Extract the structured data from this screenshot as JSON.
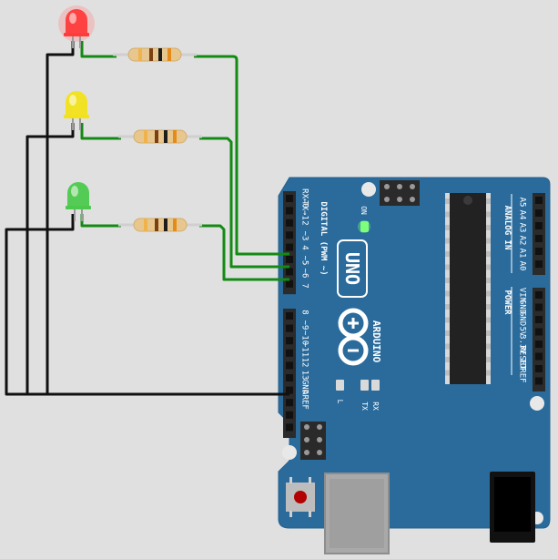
{
  "canvas": {
    "background": "#e0e0e0"
  },
  "leds": [
    {
      "name": "red-led",
      "color": "#ff3b3b",
      "glow": "#ff8a8a"
    },
    {
      "name": "yellow-led",
      "color": "#f2e21a",
      "glow": "#fff59a"
    },
    {
      "name": "green-led",
      "color": "#4cc94c",
      "glow": "#9ff29f"
    }
  ],
  "wire_colors": {
    "signal": "#138a13",
    "ground": "#111111"
  },
  "board": {
    "color": "#2a6b9c",
    "logo_text": "UNO",
    "brand_text": "ARDUINO",
    "on_label": "ON",
    "l_label": "L",
    "tx_label": "TX",
    "rx_label": "RX",
    "digital_title": "DIGITAL (PWM ~)",
    "digital_labels": [
      "RX←0",
      "TX→1",
      "2",
      "~3",
      "4",
      "~5",
      "~6",
      "7",
      "8",
      "~9",
      "~10",
      "~11",
      "12",
      "13",
      "GND",
      "AREF"
    ],
    "analog_title": "ANALOG IN",
    "analog_labels": [
      "A5",
      "A4",
      "A3",
      "A2",
      "A1",
      "A0"
    ],
    "power_title": "POWER",
    "power_labels": [
      "VIN",
      "GND",
      "GND",
      "5V",
      "3.3V",
      "RESET",
      "IOREF"
    ]
  }
}
